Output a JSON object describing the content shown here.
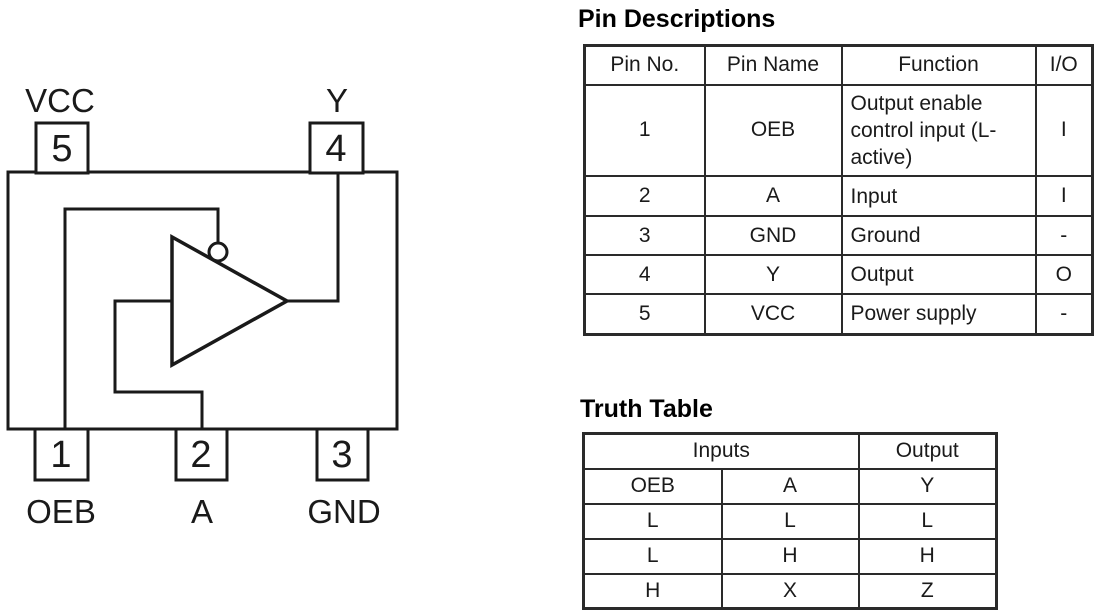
{
  "diagram": {
    "pins": {
      "pin1": {
        "number": "1",
        "label": "OEB"
      },
      "pin2": {
        "number": "2",
        "label": "A"
      },
      "pin3": {
        "number": "3",
        "label": "GND"
      },
      "pin4": {
        "number": "4",
        "label": "Y"
      },
      "pin5": {
        "number": "5",
        "label": "VCC"
      }
    }
  },
  "pin_descriptions": {
    "title": "Pin Descriptions",
    "headers": [
      "Pin No.",
      "Pin Name",
      "Function",
      "I/O"
    ],
    "rows": [
      [
        "1",
        "OEB",
        "Output enable control input (L-active)",
        "I"
      ],
      [
        "2",
        "A",
        "Input",
        "I"
      ],
      [
        "3",
        "GND",
        "Ground",
        "-"
      ],
      [
        "4",
        "Y",
        "Output",
        "O"
      ],
      [
        "5",
        "VCC",
        "Power supply",
        "-"
      ]
    ]
  },
  "truth_table": {
    "title": "Truth Table",
    "group_headers": [
      {
        "label": "Inputs",
        "span": 2
      },
      {
        "label": "Output",
        "span": 1
      }
    ],
    "column_headers": [
      "OEB",
      "A",
      "Y"
    ],
    "rows": [
      [
        "L",
        "L",
        "L"
      ],
      [
        "L",
        "H",
        "H"
      ],
      [
        "H",
        "X",
        "Z"
      ]
    ]
  },
  "colors": {
    "ink": "#1a1a1a",
    "border": "#2a2a2a",
    "background": "#ffffff"
  }
}
